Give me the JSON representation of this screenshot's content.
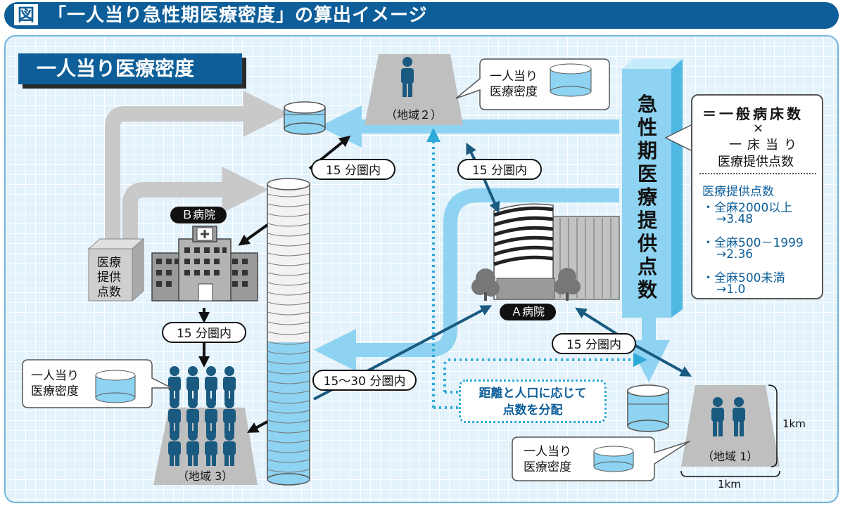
{
  "header": {
    "fig_label": "図",
    "title": "「一人当り急性期医療密度」の算出イメージ"
  },
  "section_title": "一人当り医療密度",
  "regions": {
    "region1": "（地域 1）",
    "region2": "（地域２）",
    "region3": "（地域 3）"
  },
  "hospitals": {
    "a": "Ａ病院",
    "b": "Ｂ病院"
  },
  "bubbles": {
    "density_line1": "一人当り",
    "density_line2": "医療密度"
  },
  "provision_box": {
    "line1": "医療",
    "line2": "提供",
    "line3": "点数"
  },
  "acute_column_label": "急性期医療提供点数",
  "formula": {
    "line1": "＝一般病床数",
    "line2": "×",
    "line3": "一床当り",
    "line4": "医療提供点数",
    "points_heading": "医療提供点数",
    "item1": "・全麻2000以上",
    "item1_value": "→3.48",
    "item2": "・全麻500－1999",
    "item2_value": "→2.36",
    "item3": "・全麻500未満",
    "item3_value": "→1.0"
  },
  "pills": {
    "p15_top_left": "15 分圏内",
    "p15_top_right": "15 分圏内",
    "p15_b": "15 分圏内",
    "p15_a": "15 分圏内",
    "p15_30": "15〜30 分圏内"
  },
  "distribution_note": {
    "line1": "距離と人口に応じて",
    "line2": "点数を分配"
  },
  "scale": {
    "side": "1km",
    "bottom": "1km"
  },
  "colors": {
    "brand": "#0e5f99",
    "light_blue": "#8ed3f1",
    "cyan": "#2eaad8",
    "gray": "#c9c9c9",
    "dark_teal": "#154a6b"
  }
}
